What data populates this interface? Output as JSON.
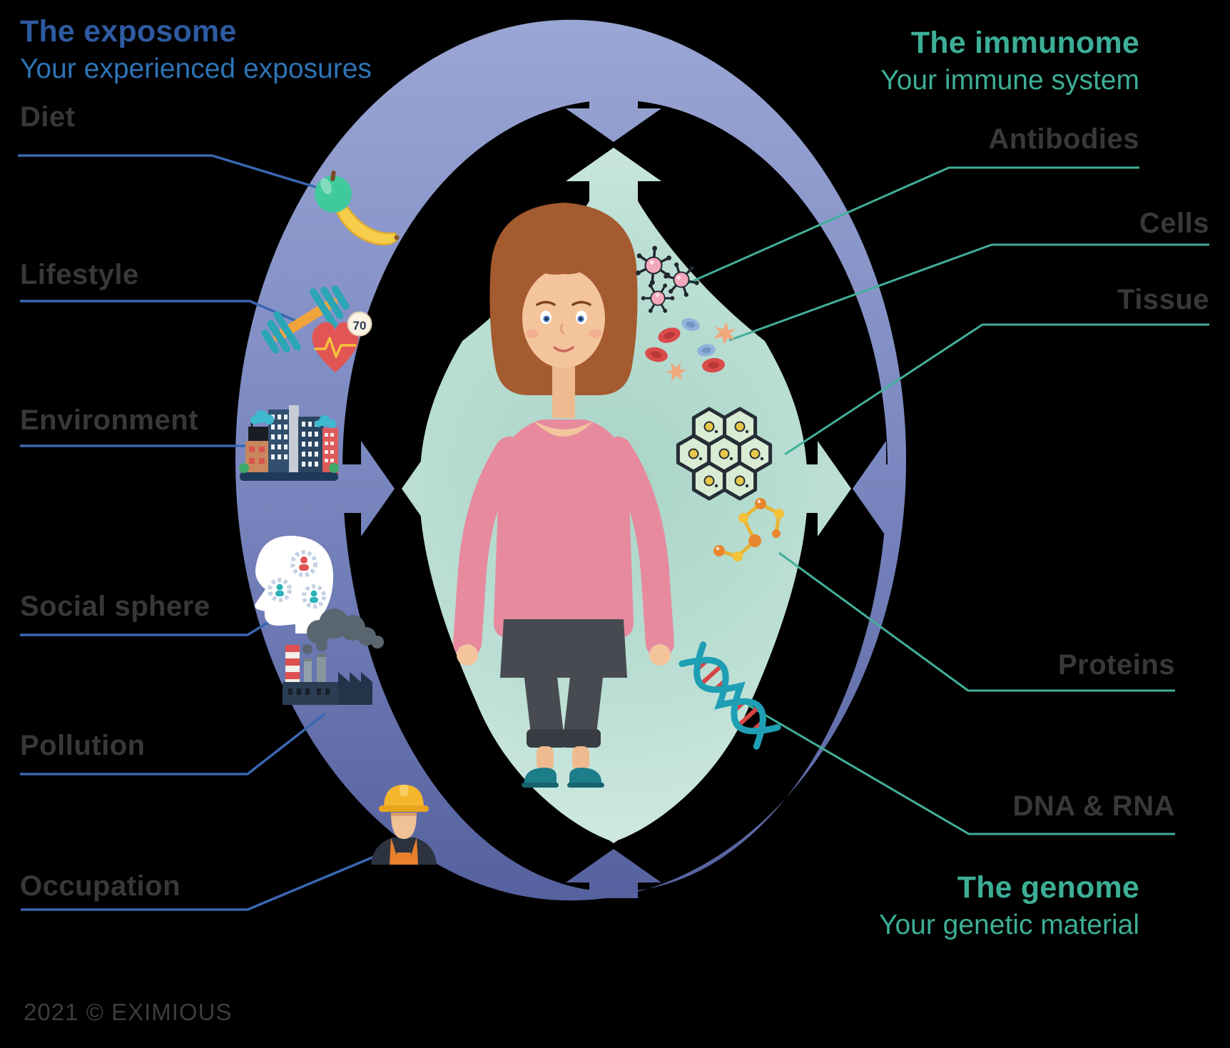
{
  "exposome": {
    "title": "The exposome",
    "subtitle": "Your experienced exposures",
    "items": [
      {
        "label": "Diet",
        "icon": "apple-banana-icon"
      },
      {
        "label": "Lifestyle",
        "icon": "dumbbell-heart-icon"
      },
      {
        "label": "Environment",
        "icon": "city-buildings-icon"
      },
      {
        "label": "Social sphere",
        "icon": "head-people-gears-icon"
      },
      {
        "label": "Pollution",
        "icon": "factory-smoke-icon"
      },
      {
        "label": "Occupation",
        "icon": "construction-worker-icon"
      }
    ]
  },
  "immunome": {
    "title": "The immunome",
    "subtitle": "Your immune system",
    "items": [
      {
        "label": "Antibodies",
        "icon": "antibody-molecules-icon"
      },
      {
        "label": "Cells",
        "icon": "blood-cells-icon"
      },
      {
        "label": "Tissue",
        "icon": "tissue-hexagon-cells-icon"
      },
      {
        "label": "Proteins",
        "icon": "protein-molecule-icon"
      },
      {
        "label": "DNA & RNA",
        "icon": "dna-helix-icon"
      }
    ]
  },
  "genome": {
    "title": "The genome",
    "subtitle": "Your genetic material"
  },
  "center_figure": "standing woman",
  "badges": {
    "heart_rate": "70"
  },
  "footer": {
    "copyright": "2021 © EXIMIOUS"
  },
  "colors": {
    "background": "#000000",
    "exposome_title": "#2E5AA0",
    "exposome_subtitle": "#2E74B6",
    "immunome_teal": "#3DAE96",
    "category_label": "#383838",
    "outer_ring_top": "#99A5D3",
    "outer_ring_bottom": "#55619E",
    "inner_ellipse": "#BCDFD4",
    "blue_connector": "#3A67B1",
    "teal_connector": "#43AF99"
  }
}
